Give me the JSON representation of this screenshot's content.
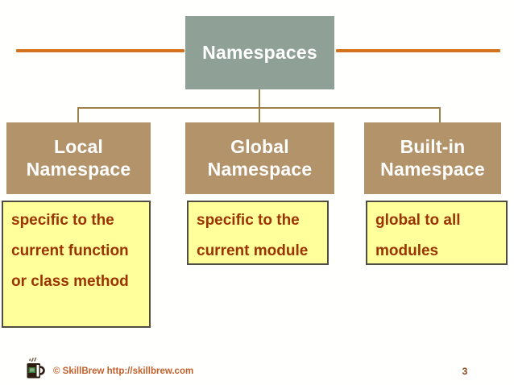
{
  "slide": {
    "footer": {
      "copyright": "© SkillBrew http://skillbrew.com",
      "page_number": "3"
    },
    "icons": {
      "logo": "coffee-mug-icon"
    },
    "colors": {
      "root_box_fill": "#8FA096",
      "child_box_fill": "#B3946A",
      "connector_line": "#9E8249",
      "accent_rule_orange": "#D4731E",
      "note_fill": "#FFFF9C",
      "note_border": "#504D44",
      "note_text": "#9C3401",
      "box_text": "#FFFFFF",
      "footer_text": "#C2602C",
      "page_number_text": "#8F4519"
    }
  },
  "diagram": {
    "root": {
      "label": "Namespaces"
    },
    "children": [
      {
        "id": "local",
        "label_lines": [
          "Local",
          "Namespace"
        ],
        "note_lines": [
          "specific to the",
          "current function",
          "or class method"
        ]
      },
      {
        "id": "global",
        "label_lines": [
          "Global",
          "Namespace"
        ],
        "note_lines": [
          "specific to the",
          "current module"
        ]
      },
      {
        "id": "builtin",
        "label_lines": [
          "Built-in",
          "Namespace"
        ],
        "note_lines": [
          "global to all",
          "modules"
        ]
      }
    ]
  }
}
